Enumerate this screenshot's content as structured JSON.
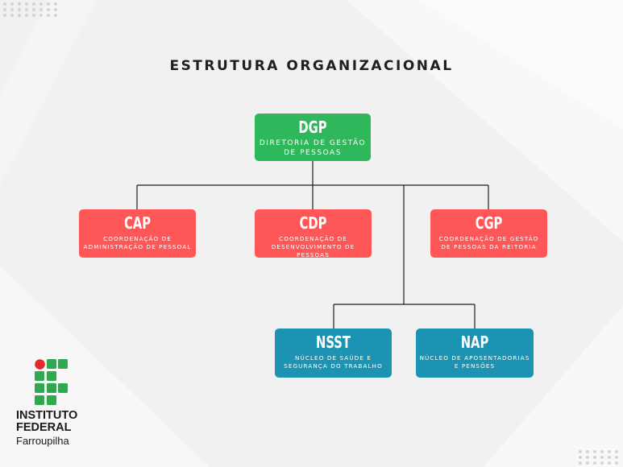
{
  "title": "ESTRUTURA ORGANIZACIONAL",
  "colors": {
    "green": "#2fb75c",
    "red": "#ff5757",
    "teal": "#1d93b3",
    "connector": "#1f1f1f",
    "logo_green": "#2fa84f",
    "logo_red": "#e32b2b"
  },
  "nodes": {
    "dgp": {
      "abbr": "DGP",
      "name": "DIRETORIA DE GESTÃO DE PESSOAS"
    },
    "cap": {
      "abbr": "CAP",
      "name": "COORDENAÇÃO DE ADMINISTRAÇÃO DE PESSOAL"
    },
    "cdp": {
      "abbr": "CDP",
      "name": "COORDENAÇÃO DE DESENVOLVIMENTO DE PESSOAS"
    },
    "cgp": {
      "abbr": "CGP",
      "name": "Coordenação de Gestão de Pessoas da Reitoria"
    },
    "nsst": {
      "abbr": "NSST",
      "name": "NÚCLEO DE SAÚDE E SEGURANÇA DO TRABALHO"
    },
    "nap": {
      "abbr": "NAP",
      "name": "NÚCLEO DE APOSENTADORIAS E PENSÕES"
    }
  },
  "logo": {
    "line1": "INSTITUTO",
    "line2": "FEDERAL",
    "line3": "Farroupilha"
  }
}
